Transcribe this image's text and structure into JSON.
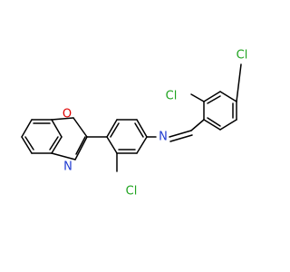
{
  "atoms": {
    "o_benzoxazole": {
      "symbol": "O",
      "color": "#e00000"
    },
    "n_benzoxazole": {
      "symbol": "N",
      "color": "#1f3bd1"
    },
    "n_imine": {
      "symbol": "N",
      "color": "#1f3bd1"
    },
    "cl_aniline": {
      "symbol": "Cl",
      "color": "#1fa31f"
    },
    "cl_ortho": {
      "symbol": "Cl",
      "color": "#1fa31f"
    },
    "cl_para": {
      "symbol": "Cl",
      "color": "#1fa31f"
    }
  }
}
